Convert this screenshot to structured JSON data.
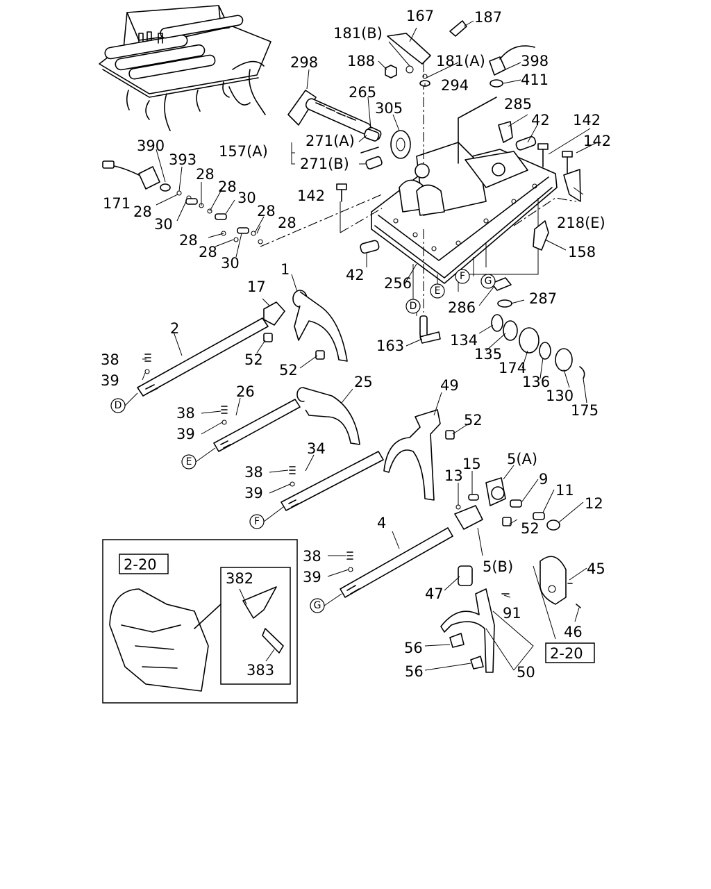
{
  "callouts": [
    {
      "id": "c167",
      "text": "167"
    },
    {
      "id": "c187",
      "text": "187"
    },
    {
      "id": "c181b",
      "text": "181(B)"
    },
    {
      "id": "c188",
      "text": "188"
    },
    {
      "id": "c181a",
      "text": "181(A)"
    },
    {
      "id": "c398",
      "text": "398"
    },
    {
      "id": "c411",
      "text": "411"
    },
    {
      "id": "c298",
      "text": "298"
    },
    {
      "id": "c294",
      "text": "294"
    },
    {
      "id": "c265",
      "text": "265"
    },
    {
      "id": "c305",
      "text": "305"
    },
    {
      "id": "c285",
      "text": "285"
    },
    {
      "id": "c42a",
      "text": "42"
    },
    {
      "id": "c142a",
      "text": "142"
    },
    {
      "id": "c142b",
      "text": "142"
    },
    {
      "id": "c390",
      "text": "390"
    },
    {
      "id": "c393",
      "text": "393"
    },
    {
      "id": "c157a",
      "text": "157(A)"
    },
    {
      "id": "c271a",
      "text": "271(A)"
    },
    {
      "id": "c271b",
      "text": "271(B)"
    },
    {
      "id": "c28a",
      "text": "28"
    },
    {
      "id": "c28b",
      "text": "28"
    },
    {
      "id": "c30a",
      "text": "30"
    },
    {
      "id": "c171",
      "text": "171"
    },
    {
      "id": "c28c",
      "text": "28"
    },
    {
      "id": "c142c",
      "text": "142"
    },
    {
      "id": "c28d",
      "text": "28"
    },
    {
      "id": "c30b",
      "text": "30"
    },
    {
      "id": "c28e",
      "text": "28"
    },
    {
      "id": "c28f",
      "text": "28"
    },
    {
      "id": "c28g",
      "text": "28"
    },
    {
      "id": "c30c",
      "text": "30"
    },
    {
      "id": "c218e",
      "text": "218(E)"
    },
    {
      "id": "c158",
      "text": "158"
    },
    {
      "id": "c42b",
      "text": "42"
    },
    {
      "id": "c256",
      "text": "256"
    },
    {
      "id": "c17",
      "text": "17"
    },
    {
      "id": "c1",
      "text": "1"
    },
    {
      "id": "c286",
      "text": "286"
    },
    {
      "id": "c287",
      "text": "287"
    },
    {
      "id": "c2",
      "text": "2"
    },
    {
      "id": "c163",
      "text": "163"
    },
    {
      "id": "c134",
      "text": "134"
    },
    {
      "id": "c135",
      "text": "135"
    },
    {
      "id": "c52a",
      "text": "52"
    },
    {
      "id": "c38a",
      "text": "38"
    },
    {
      "id": "c52b",
      "text": "52"
    },
    {
      "id": "c174",
      "text": "174"
    },
    {
      "id": "c136",
      "text": "136"
    },
    {
      "id": "c39a",
      "text": "39"
    },
    {
      "id": "c130",
      "text": "130"
    },
    {
      "id": "c175",
      "text": "175"
    },
    {
      "id": "c26",
      "text": "26"
    },
    {
      "id": "c25",
      "text": "25"
    },
    {
      "id": "c49",
      "text": "49"
    },
    {
      "id": "c38b",
      "text": "38"
    },
    {
      "id": "c52c",
      "text": "52"
    },
    {
      "id": "c39b",
      "text": "39"
    },
    {
      "id": "c34",
      "text": "34"
    },
    {
      "id": "c5a",
      "text": "5(A)"
    },
    {
      "id": "c15",
      "text": "15"
    },
    {
      "id": "c13",
      "text": "13"
    },
    {
      "id": "c38c",
      "text": "38"
    },
    {
      "id": "c9",
      "text": "9"
    },
    {
      "id": "c39c",
      "text": "39"
    },
    {
      "id": "c11",
      "text": "11"
    },
    {
      "id": "c12",
      "text": "12"
    },
    {
      "id": "c4",
      "text": "4"
    },
    {
      "id": "c52d",
      "text": "52"
    },
    {
      "id": "c38d",
      "text": "38"
    },
    {
      "id": "c5b",
      "text": "5(B)"
    },
    {
      "id": "c39d",
      "text": "39"
    },
    {
      "id": "c45",
      "text": "45"
    },
    {
      "id": "c47",
      "text": "47"
    },
    {
      "id": "c91",
      "text": "91"
    },
    {
      "id": "c46",
      "text": "46"
    },
    {
      "id": "c56a",
      "text": "56"
    },
    {
      "id": "c56b",
      "text": "56"
    },
    {
      "id": "c50",
      "text": "50"
    },
    {
      "id": "c382",
      "text": "382"
    },
    {
      "id": "c383",
      "text": "383"
    }
  ],
  "ref_markers": [
    {
      "id": "rG1",
      "text": "G"
    },
    {
      "id": "rF1",
      "text": "F"
    },
    {
      "id": "rE1",
      "text": "E"
    },
    {
      "id": "rD1",
      "text": "D"
    },
    {
      "id": "rD2",
      "text": "D"
    },
    {
      "id": "rE2",
      "text": "E"
    },
    {
      "id": "rF2",
      "text": "F"
    },
    {
      "id": "rG2",
      "text": "G"
    }
  ],
  "page_refs": [
    {
      "id": "p1",
      "text": "2-20"
    },
    {
      "id": "p2",
      "text": "2-20"
    }
  ]
}
